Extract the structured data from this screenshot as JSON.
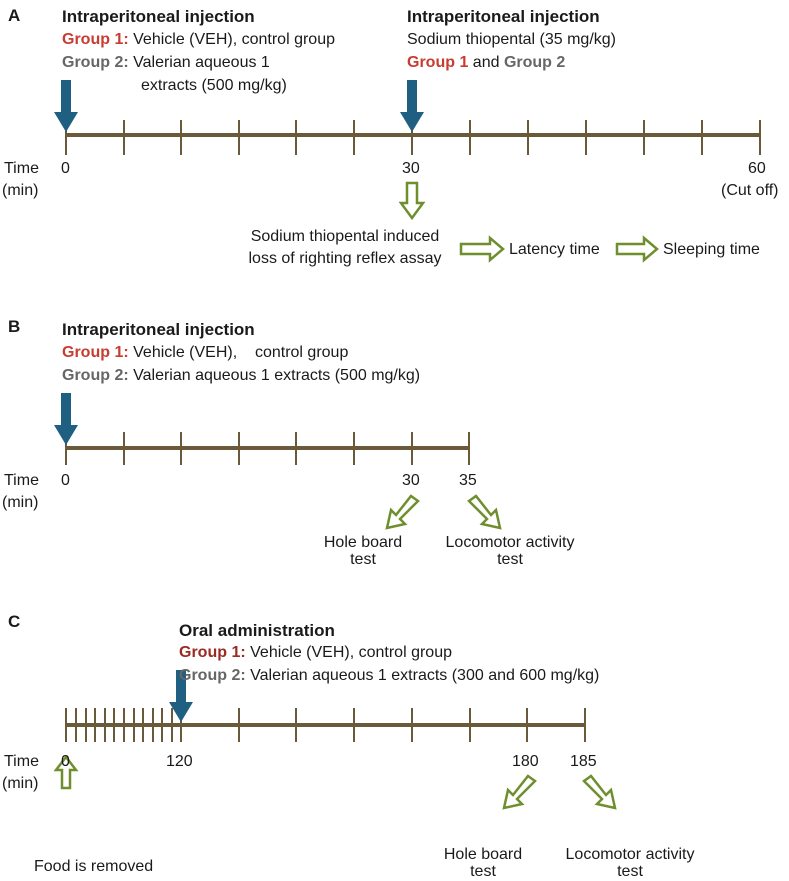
{
  "panels": {
    "a": {
      "letter": "A",
      "left_title": "Intraperitoneal injection",
      "g1_label": "Group 1:",
      "g1_text": "Vehicle (VEH), control group",
      "g2_label": "Group 2:",
      "g2_text_1": "Valerian aqueous 1",
      "g2_text_2": "extracts (500 mg/kg)",
      "right_title": "Intraperitoneal injection",
      "right_line1": "Sodium thiopental (35 mg/kg)",
      "right_g1": "Group 1",
      "right_and": " and ",
      "right_g2": "Group 2",
      "time_label_1": "Time",
      "time_label_2": "(min)",
      "tick_0": "0",
      "tick_30": "30",
      "tick_60": "60",
      "cutoff": "(Cut off)",
      "assay_1": "Sodium thiopental induced",
      "assay_2": "loss of righting reflex assay",
      "latency": "Latency time",
      "sleeping": "Sleeping time"
    },
    "b": {
      "letter": "B",
      "title": "Intraperitoneal injection",
      "g1_label": "Group 1:",
      "g1_text": "Vehicle (VEH),    control group",
      "g2_label": "Group 2:",
      "g2_text": "Valerian aqueous 1 extracts (500 mg/kg)",
      "time_label_1": "Time",
      "time_label_2": "(min)",
      "tick_0": "0",
      "tick_30": "30",
      "tick_35": "35",
      "hole_1": "Hole board",
      "hole_2": "test",
      "loco_1": "Locomotor activity",
      "loco_2": "test"
    },
    "c": {
      "letter": "C",
      "title": "Oral administration",
      "g1_label": "Group 1:",
      "g1_text": "Vehicle (VEH), control group",
      "g2_label": "Group 2:",
      "g2_text": "Valerian aqueous 1 extracts (300 and 600 mg/kg)",
      "time_label_1": "Time",
      "time_label_2": "(min)",
      "tick_0": "0",
      "tick_120": "120",
      "tick_180": "180",
      "tick_185": "185",
      "food": "Food is removed",
      "hole_1": "Hole board",
      "hole_2": "test",
      "loco_1": "Locomotor activity",
      "loco_2": "test"
    }
  },
  "colors": {
    "timeline": "#6b5a3a",
    "injection_arrow": "#1f5f82",
    "step_arrow": "#6f8f2f",
    "group1": "#c83c32",
    "group2": "#666666"
  },
  "icons": {
    "injection": "down-arrow-icon",
    "step": "hollow-arrow-icon"
  }
}
